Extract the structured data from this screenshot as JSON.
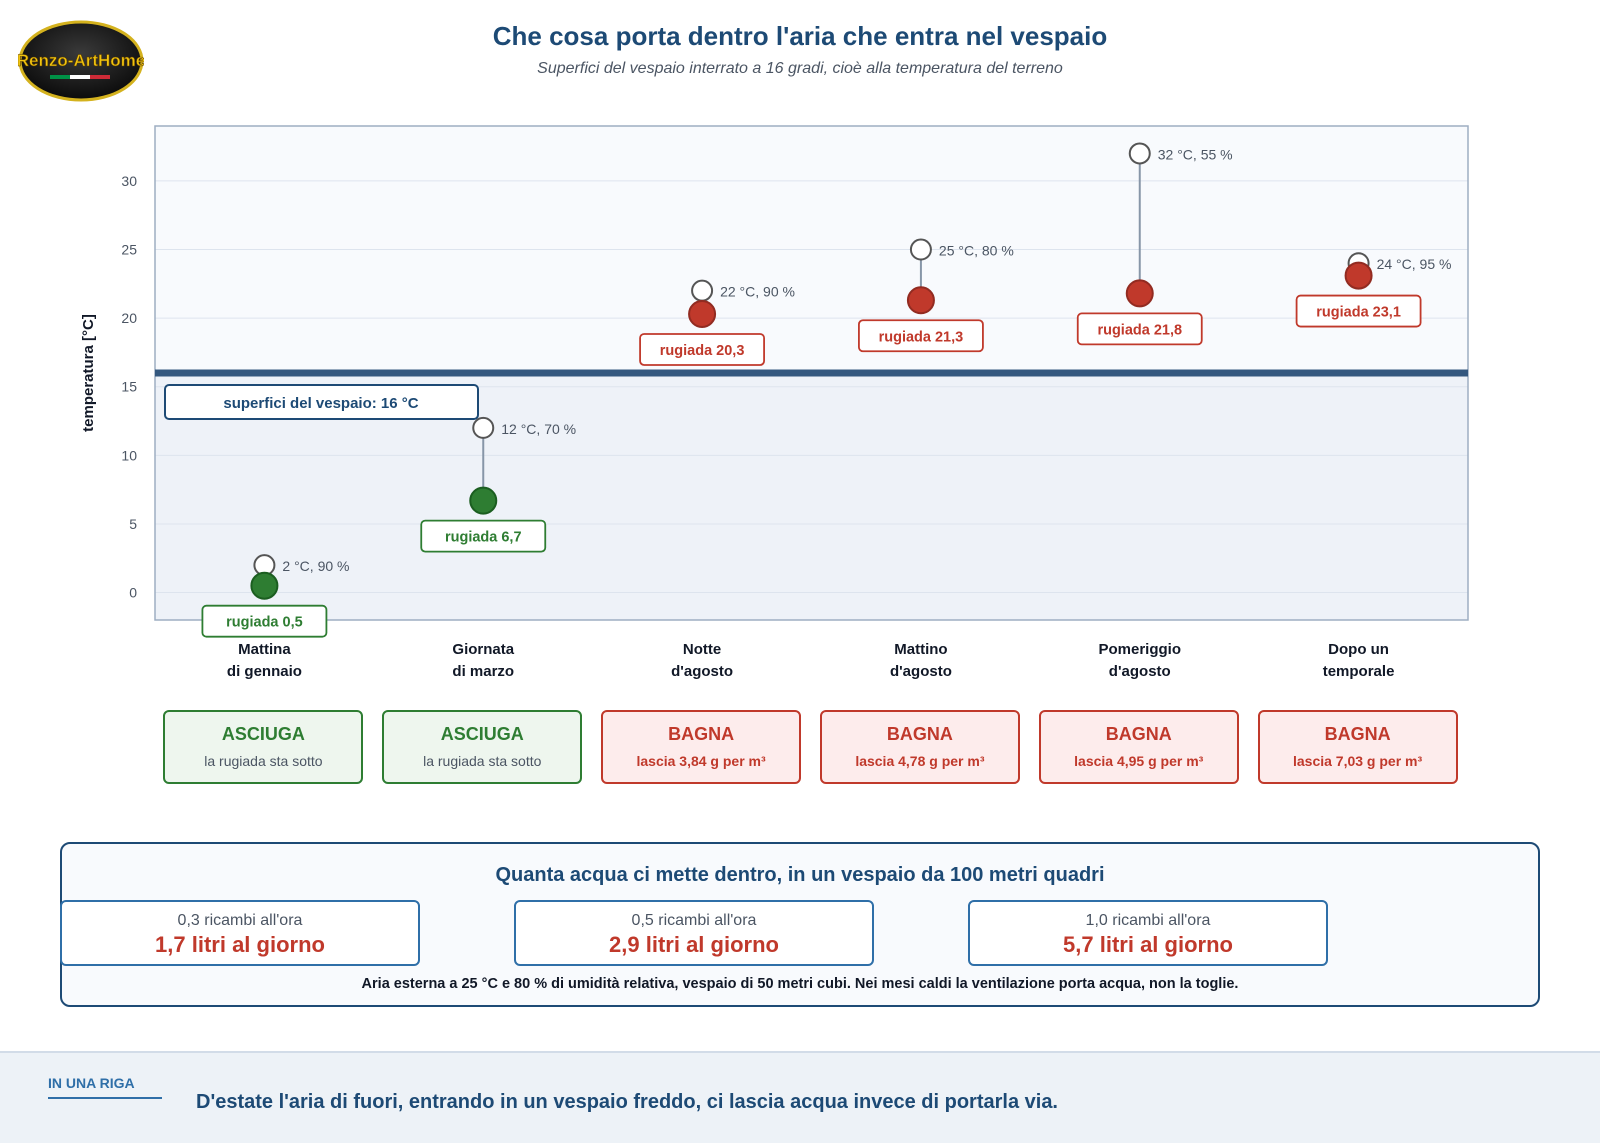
{
  "logo": {
    "text": "Renzo-ArtHome",
    "flag_colors": [
      "#009246",
      "#ffffff",
      "#ce2b37"
    ]
  },
  "header": {
    "title": "Che cosa porta dentro l'aria che entra nel vespaio",
    "subtitle": "Superfici del vespaio interrato a 16 gradi, cioè alla temperatura del terreno"
  },
  "chart_data": {
    "type": "scatter",
    "ylabel": "temperatura [°C]",
    "ylim": [
      -2,
      34
    ],
    "yticks": [
      "0",
      "5",
      "10",
      "15",
      "20",
      "25",
      "30"
    ],
    "grid": true,
    "categories": [
      "Mattina di gennaio",
      "Giornata di marzo",
      "Notte d'agosto",
      "Mattino d'agosto",
      "Pomeriggio d'agosto",
      "Dopo un temporale"
    ],
    "category_lines": [
      [
        "Mattina",
        "di gennaio"
      ],
      [
        "Giornata",
        "di marzo"
      ],
      [
        "Notte",
        "d'agosto"
      ],
      [
        "Mattino",
        "d'agosto"
      ],
      [
        "Pomeriggio",
        "d'agosto"
      ],
      [
        "Dopo un",
        "temporale"
      ]
    ],
    "reference_line": {
      "value": 16,
      "label": "superfici del vespaio: 16 °C"
    },
    "series": [
      {
        "values": [
          2,
          12,
          22,
          25,
          32,
          24
        ],
        "labels": [
          "2 °C, 90 %",
          "12 °C, 70 %",
          "22 °C, 90 %",
          "25 °C, 80 %",
          "32 °C, 55 %",
          "24 °C, 95 %"
        ]
      },
      {
        "values": [
          0.5,
          6.7,
          20.3,
          21.3,
          21.8,
          23.1
        ],
        "labels": [
          "rugiada 0,5",
          "rugiada 6,7",
          "rugiada 20,3",
          "rugiada 21,3",
          "rugiada 21,8",
          "rugiada 23,1"
        ]
      }
    ]
  },
  "verdicts": [
    {
      "title": "ASCIUGA",
      "note": "la rugiada sta sotto",
      "status": "good"
    },
    {
      "title": "ASCIUGA",
      "note": "la rugiada sta sotto",
      "status": "good"
    },
    {
      "title": "BAGNA",
      "note": "lascia 3,84 g per m³",
      "status": "bad"
    },
    {
      "title": "BAGNA",
      "note": "lascia 4,78 g per m³",
      "status": "bad"
    },
    {
      "title": "BAGNA",
      "note": "lascia 4,95 g per m³",
      "status": "bad"
    },
    {
      "title": "BAGNA",
      "note": "lascia 7,03 g per m³",
      "status": "bad"
    }
  ],
  "water": {
    "title": "Quanta acqua ci mette dentro, in un vespaio da 100 metri quadri",
    "boxes": [
      {
        "rate": "0,3 ricambi all'ora",
        "liters": "1,7 litri al giorno"
      },
      {
        "rate": "0,5 ricambi all'ora",
        "liters": "2,9 litri al giorno"
      },
      {
        "rate": "1,0 ricambi all'ora",
        "liters": "5,7 litri al giorno"
      }
    ],
    "note": "Aria esterna a 25 °C e 80 % di umidità relativa, vespaio di 50 metri cubi. Nei mesi caldi la ventilazione porta acqua, non la toglie."
  },
  "footer": {
    "label": "IN UNA RIGA",
    "text": "D'estate l'aria di fuori, entrando in un vespaio freddo, ci lascia acqua invece di portarla via."
  },
  "colors": {
    "good": "#2e7d32",
    "bad": "#c0392b",
    "accent": "#1d4a75",
    "surface_line": "#34587f"
  }
}
